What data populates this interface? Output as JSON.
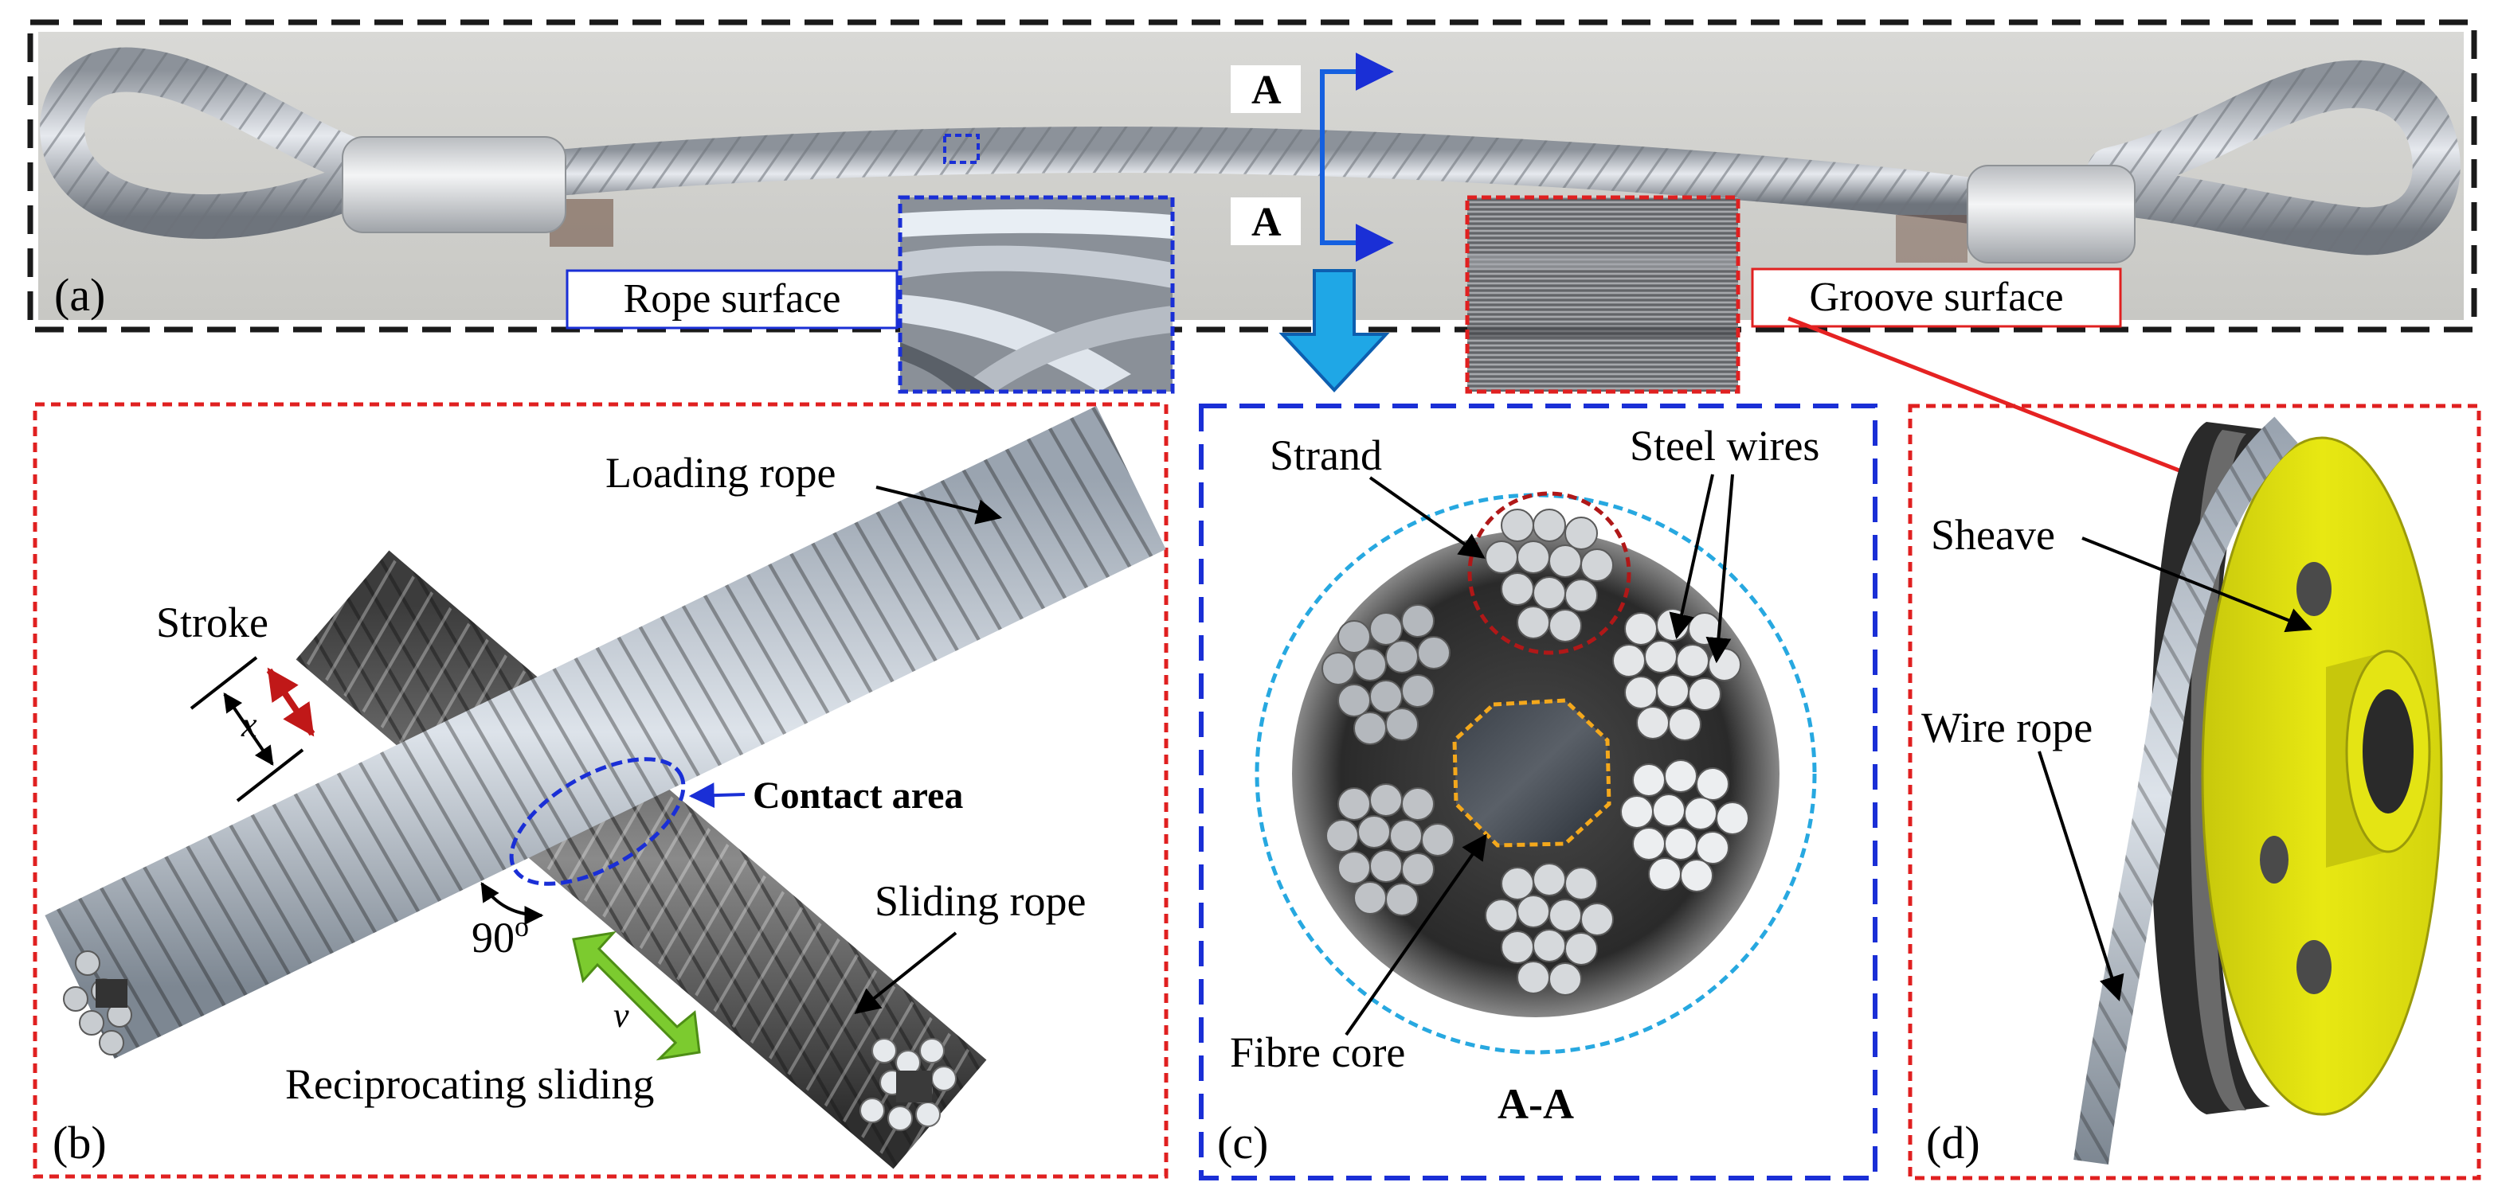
{
  "panels": {
    "a": {
      "label": "(a)"
    },
    "b": {
      "label": "(b)"
    },
    "c": {
      "label": "(c)"
    },
    "d": {
      "label": "(d)"
    }
  },
  "section_mark": {
    "top": "A",
    "bottom": "A"
  },
  "callouts": {
    "rope_surface": "Rope surface",
    "groove_surface": "Groove surface"
  },
  "panel_b": {
    "loading_rope": "Loading rope",
    "stroke": "Stroke",
    "stroke_symbol": "x",
    "contact_area": "Contact area",
    "angle": "90",
    "angle_unit": "o",
    "sliding_rope": "Sliding rope",
    "velocity_symbol": "v",
    "reciprocating_sliding": "Reciprocating sliding"
  },
  "panel_c": {
    "strand": "Strand",
    "steel_wires": "Steel wires",
    "fibre_core": "Fibre core",
    "section_title": "A-A"
  },
  "panel_d": {
    "sheave": "Sheave",
    "wire_rope": "Wire rope"
  },
  "colors": {
    "frame_black": "#1a1a1a",
    "frame_red": "#e02020",
    "frame_blue": "#1a2fd6",
    "arrow_blue": "#1560e0",
    "arrow_red": "#e52222",
    "arrow_green": "#7ccb2f",
    "outline_cyan": "#27a8e0",
    "outline_orange": "#f4a81c",
    "sheave_yellow": "#e3e30f"
  }
}
